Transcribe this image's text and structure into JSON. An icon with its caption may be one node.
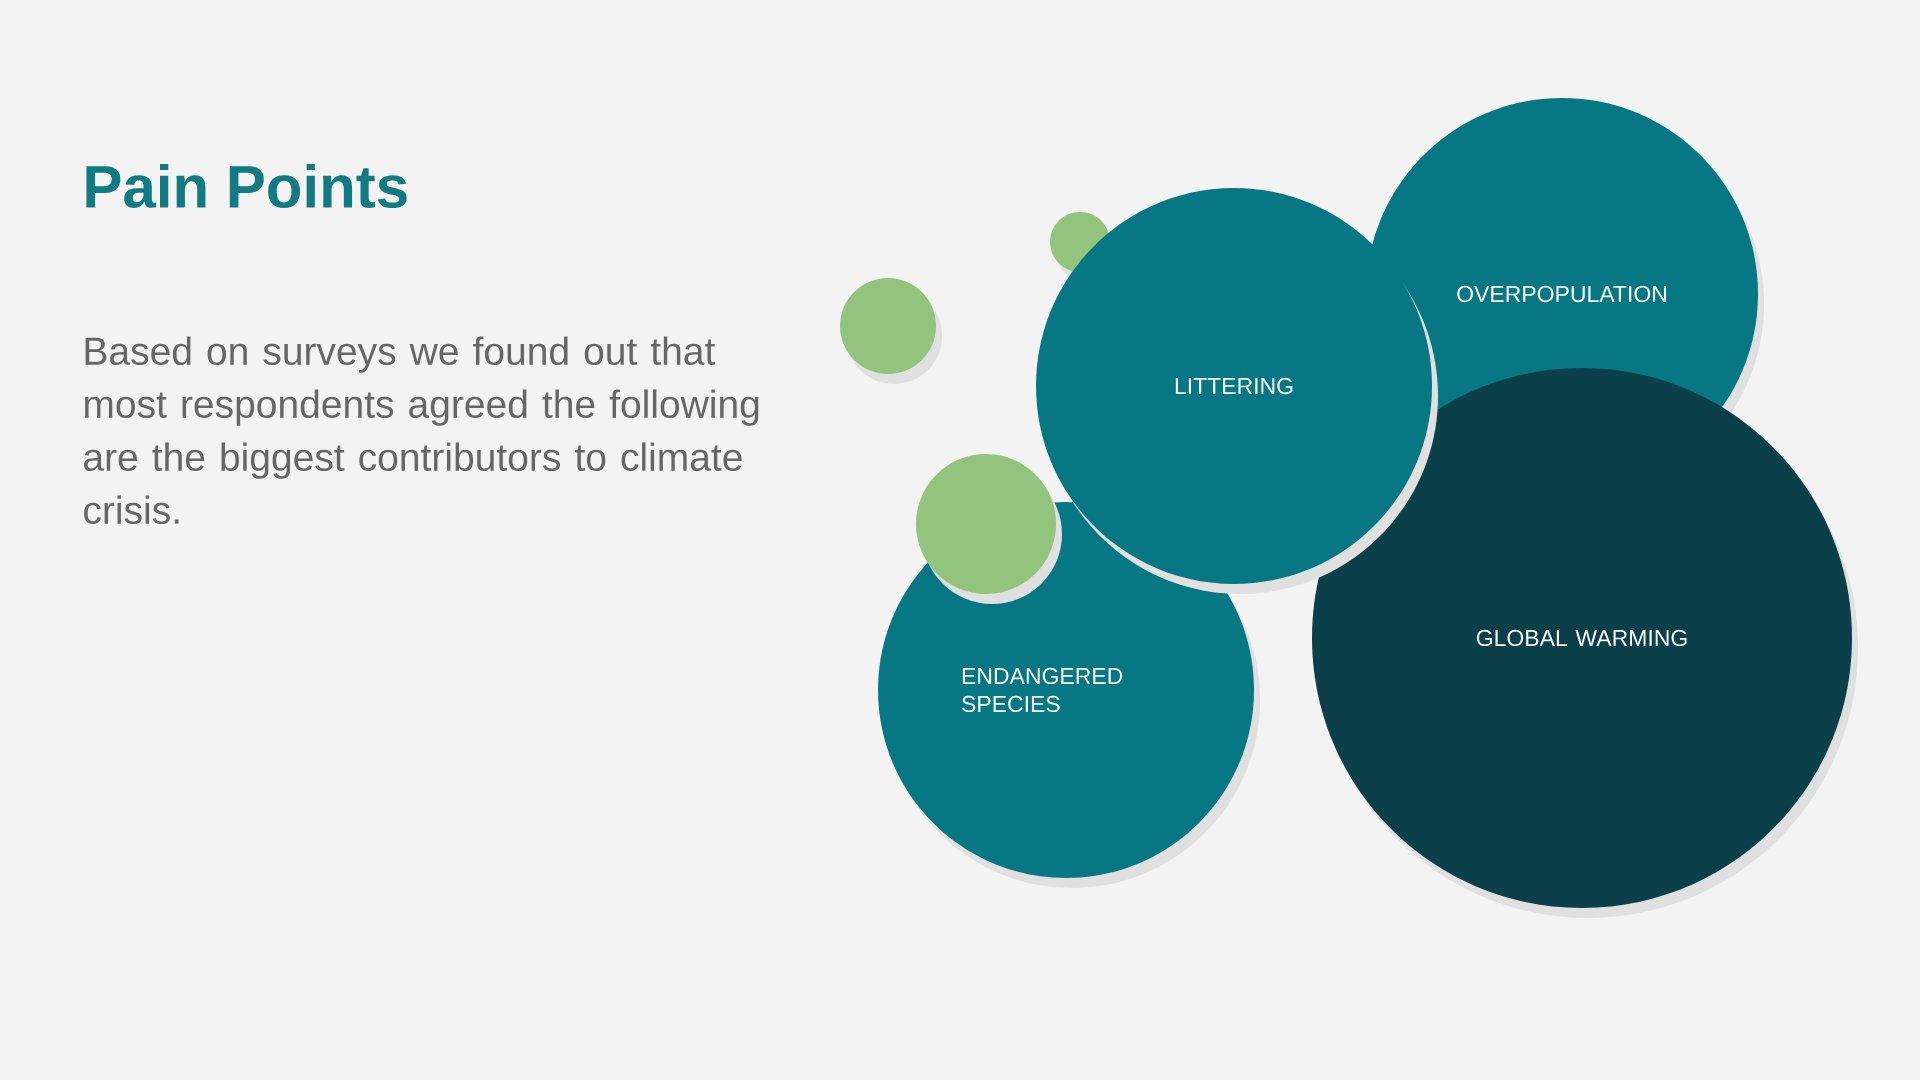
{
  "diagram": {
    "title": "Pain Points",
    "nodes": [
      {
        "text": [
          "OVERPOPULATION"
        ]
      },
      {
        "text": [
          "LITTERING"
        ]
      },
      {
        "text": [
          "GLOBAL WARMING"
        ]
      },
      {
        "text": [
          "ENDANGERED SPECIES"
        ]
      },
      {
        "text": [],
        "shape": "circle"
      },
      {
        "text": [],
        "shape": "circle"
      },
      {
        "text": [],
        "shape": "circle"
      }
    ],
    "labels": [
      "Based on surveys we found out that most respondents agreed the following are the biggest contributors to climate crisis."
    ]
  }
}
